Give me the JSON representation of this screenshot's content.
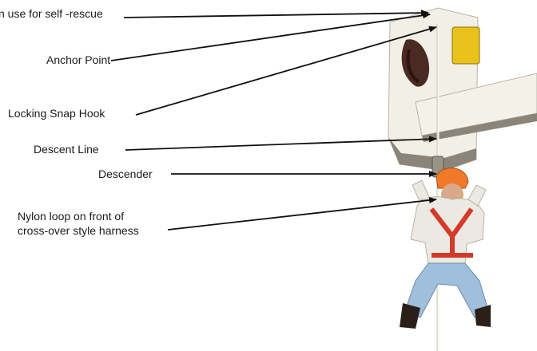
{
  "header": {
    "caption": "n use for self -rescue"
  },
  "callouts": [
    {
      "id": "anchor",
      "text": "Anchor Point"
    },
    {
      "id": "snaphook",
      "text": "Locking Snap Hook"
    },
    {
      "id": "line",
      "text": "Descent Line"
    },
    {
      "id": "descender",
      "text": "Descender"
    },
    {
      "id": "loop",
      "lines": [
        "Nylon loop on front of",
        "cross-over style harness"
      ]
    }
  ],
  "colors": {
    "bucket": "#f2efe6",
    "boom": "#f4f1e8",
    "shadow": "#8a8578",
    "hardhat": "#f07a2a",
    "harness": "#d43a2a",
    "jeans": "#9fbfdc",
    "boots": "#2b1f1a",
    "jacket": "#ece9e2",
    "rope": "#f7f5ef",
    "yellow_box": "#e8c21a"
  }
}
